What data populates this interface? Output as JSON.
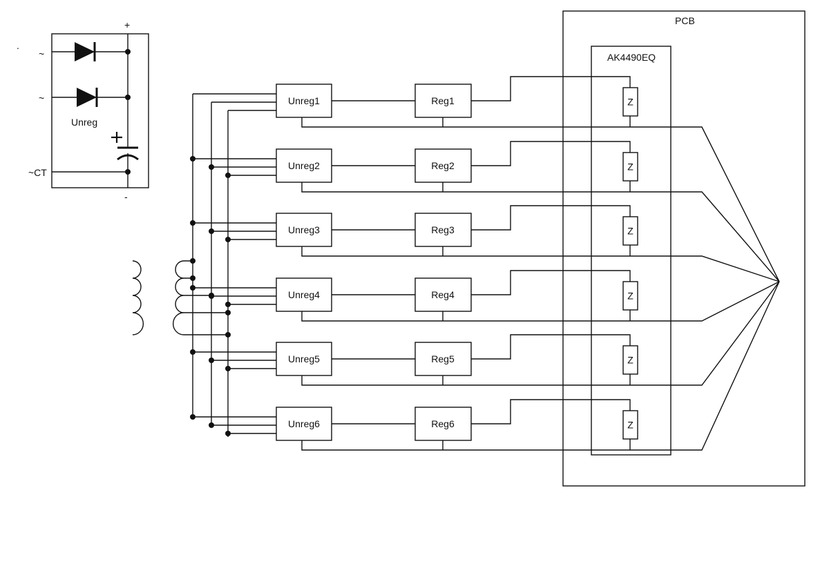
{
  "labels": {
    "pcb": "PCB",
    "chip": "AK4490EQ",
    "plus": "+",
    "minus": "-",
    "ac_in_1": "~",
    "ac_in_2": "~",
    "center_tap": "~CT",
    "inset_block": "Unreg",
    "stray_mark": "."
  },
  "regulator_chain": [
    {
      "unreg": "Unreg1",
      "reg": "Reg1",
      "load": "Z"
    },
    {
      "unreg": "Unreg2",
      "reg": "Reg2",
      "load": "Z"
    },
    {
      "unreg": "Unreg3",
      "reg": "Reg3",
      "load": "Z"
    },
    {
      "unreg": "Unreg4",
      "reg": "Reg4",
      "load": "Z"
    },
    {
      "unreg": "Unreg5",
      "reg": "Reg5",
      "load": "Z"
    },
    {
      "unreg": "Unreg6",
      "reg": "Reg6",
      "load": "Z"
    }
  ]
}
